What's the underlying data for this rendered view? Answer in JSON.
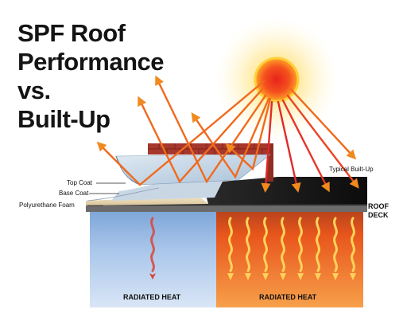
{
  "title_lines": [
    "SPF Roof",
    "Performance",
    "vs.",
    "Built-Up"
  ],
  "labels": {
    "top_coat": "Top Coat",
    "base_coat": "Base Coat",
    "polyurethane_foam": "Polyurethane Foam",
    "typical_built_up": "Typical Built-Up",
    "roof_deck_line1": "ROOF",
    "roof_deck_line2": "DECK",
    "radiated_heat_left": "RADIATED HEAT",
    "radiated_heat_right": "RADIATED HEAT"
  },
  "colors": {
    "sun": "#f4511e",
    "reflected_ray": "#f0641e",
    "absorbed_ray": "#e0282a",
    "spf_side": "#9fc0e6",
    "builtup_side": "#e8561c",
    "roof_black": "#161616",
    "brick": "#a6372c"
  },
  "icons": [
    "sun-icon",
    "brick-parapet-icon",
    "heat-wave-icon"
  ]
}
